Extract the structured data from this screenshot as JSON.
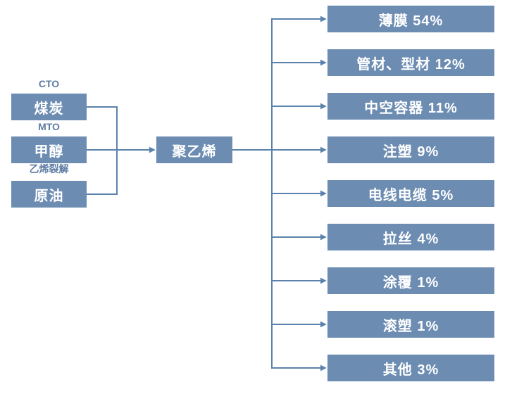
{
  "diagram": {
    "inputs": [
      {
        "process": "CTO",
        "material": "煤炭"
      },
      {
        "process": "MTO",
        "material": "甲醇"
      },
      {
        "process": "乙烯裂解",
        "material": "原油"
      }
    ],
    "center": {
      "label": "聚乙烯"
    },
    "products": [
      {
        "label": "薄膜 54%",
        "name": "薄膜",
        "share_pct": 54
      },
      {
        "label": "管材、型材 12%",
        "name": "管材、型材",
        "share_pct": 12
      },
      {
        "label": "中空容器 11%",
        "name": "中空容器",
        "share_pct": 11
      },
      {
        "label": "注塑 9%",
        "name": "注塑",
        "share_pct": 9
      },
      {
        "label": "电线电缆 5%",
        "name": "电线电缆",
        "share_pct": 5
      },
      {
        "label": "拉丝 4%",
        "name": "拉丝",
        "share_pct": 4
      },
      {
        "label": "涂覆 1%",
        "name": "涂覆",
        "share_pct": 1
      },
      {
        "label": "滚塑 1%",
        "name": "滚塑",
        "share_pct": 1
      },
      {
        "label": "其他 3%",
        "name": "其他",
        "share_pct": 3
      }
    ],
    "colors": {
      "box_fill": "#6C8CB2",
      "connector": "#5B82AC",
      "process_label_text": "#5E7CA4",
      "box_text": "#FFFFFF",
      "background": "#FFFFFF"
    }
  }
}
